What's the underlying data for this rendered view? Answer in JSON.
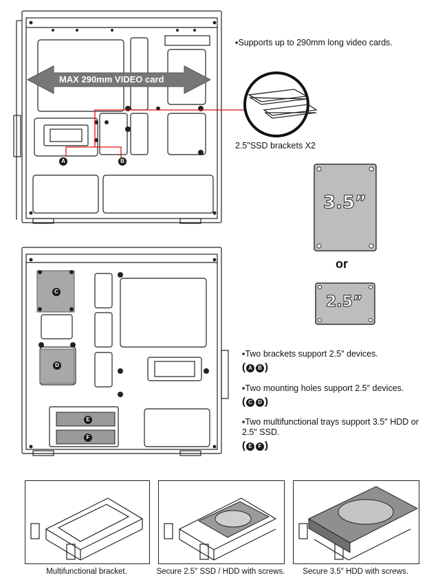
{
  "top_diagram": {
    "arrow_label": "MAX 290mm VIDEO card",
    "markers": [
      "A",
      "B"
    ]
  },
  "notes": {
    "video_card": "Supports up to 290mm long video cards.",
    "ssd_brackets": "2.5\"SSD brackets X2"
  },
  "drives": {
    "big_label": "3.5”",
    "or_label": "or",
    "small_label": "2.5”"
  },
  "middle_diagram": {
    "markers": [
      "C",
      "D",
      "E",
      "F"
    ]
  },
  "features": [
    {
      "text": "Two brackets support  2.5″ devices.",
      "badges": [
        "A",
        "B"
      ]
    },
    {
      "text": "Two mounting holes support 2.5″ devices.",
      "badges": [
        "C",
        "D"
      ]
    },
    {
      "text": "Two multifunctional trays support 3.5″ HDD or 2.5″ SSD.",
      "badges": [
        "E",
        "F"
      ]
    }
  ],
  "captions": [
    "Multifunctional bracket.",
    "Secure 2.5″ SSD / HDD with screws.",
    "Secure 3.5″ HDD with screws."
  ]
}
